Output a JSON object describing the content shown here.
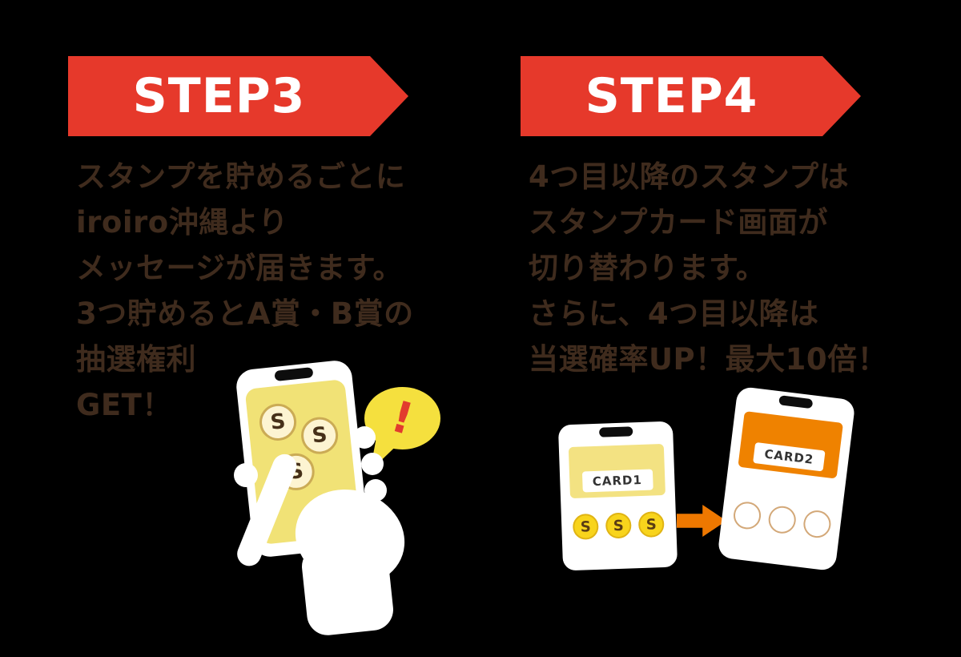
{
  "colors": {
    "background": "#000000",
    "banner_red": "#e6392b",
    "text_brown": "#3f2b1d",
    "screen_yellow": "#f1e276",
    "bubble_yellow": "#f5e03e",
    "stamp_yellow": "#f8d41c",
    "orange": "#ef8200",
    "white": "#ffffff"
  },
  "step3": {
    "banner_label": "STEP3",
    "lines": [
      "スタンプを貯めるごとに",
      "iroiro沖縄より",
      "メッセージが届きます。",
      "3つ貯めるとA賞・B賞の",
      "抽選権利",
      "GET！"
    ],
    "stamp_letter": "S",
    "bubble_mark": "!"
  },
  "step4": {
    "banner_label": "STEP4",
    "lines": [
      "4つ目以降のスタンプは",
      "スタンプカード画面が",
      "切り替わります。",
      "さらに、4つ目以降は",
      "当選確率UP！最大10倍！"
    ],
    "card1_label": "CARD1",
    "card2_label": "CARD2",
    "stamp_letter": "S"
  }
}
